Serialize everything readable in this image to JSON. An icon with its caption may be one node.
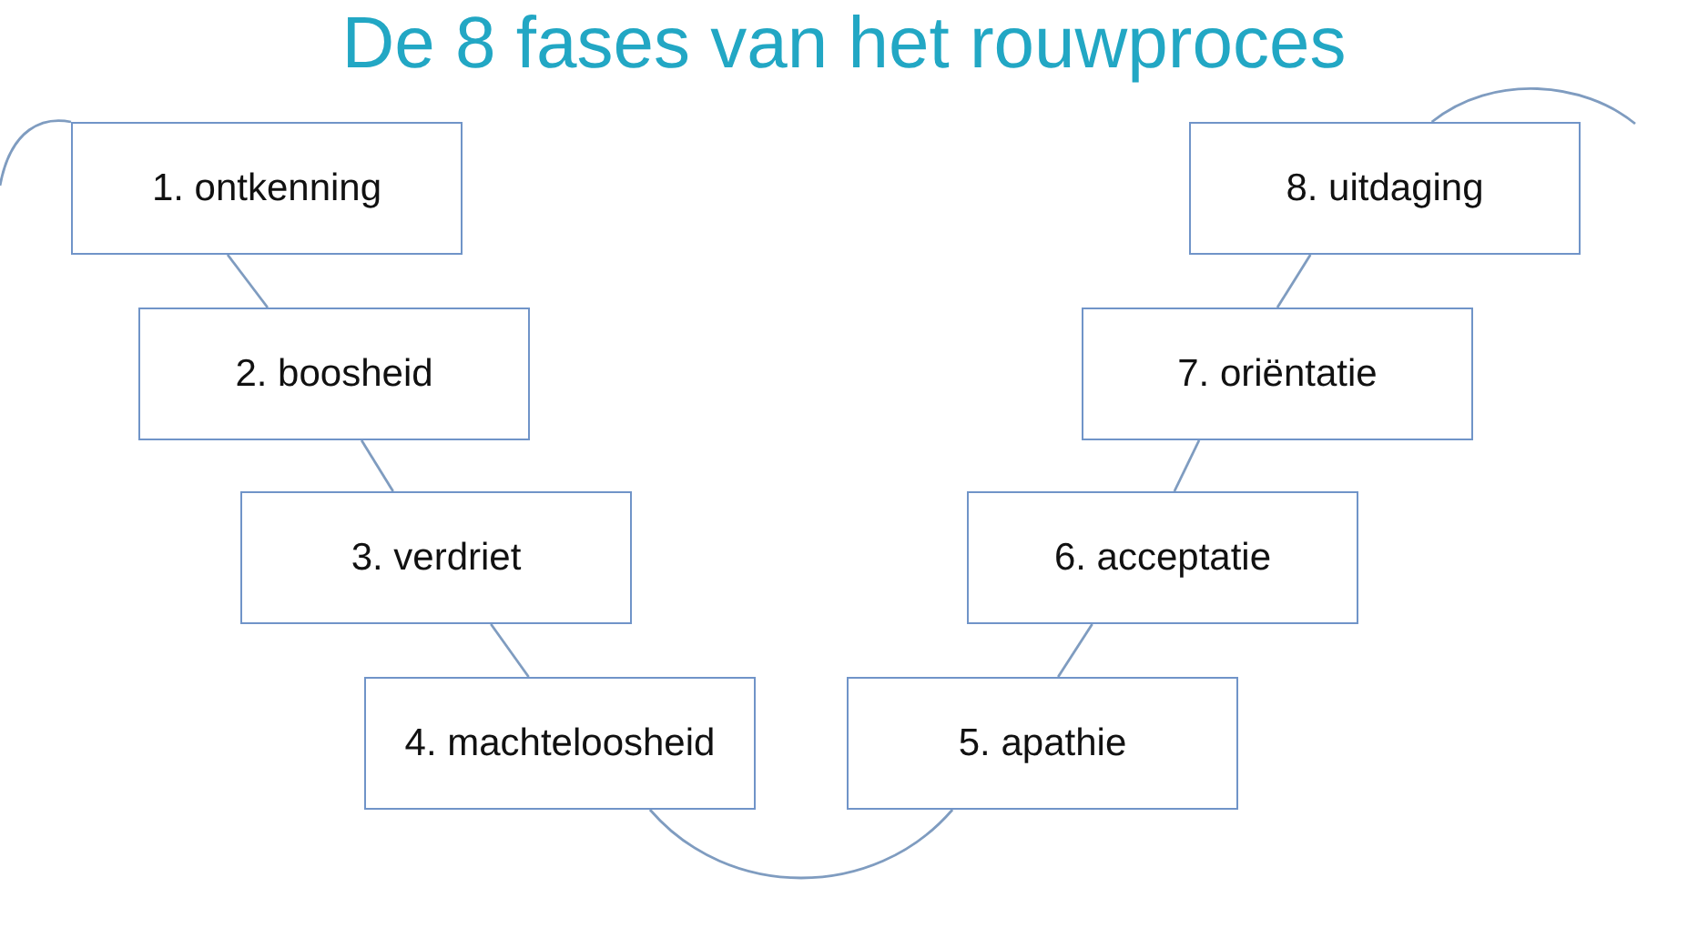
{
  "diagram": {
    "title": "De 8 fases van het rouwproces",
    "nodes": [
      {
        "text": [
          "1. ontkenning"
        ]
      },
      {
        "text": [
          "2. boosheid"
        ]
      },
      {
        "text": [
          "3. verdriet"
        ]
      },
      {
        "text": [
          "4. machteloosheid"
        ]
      },
      {
        "text": [
          "5. apathie"
        ]
      },
      {
        "text": [
          "6. acceptatie"
        ]
      },
      {
        "text": [
          "7. oriëntatie"
        ]
      },
      {
        "text": [
          "8. uitdaging"
        ]
      }
    ],
    "edges": [
      {
        "from": 0,
        "to": 1,
        "arrow": "none"
      },
      {
        "from": 1,
        "to": 2,
        "arrow": "none"
      },
      {
        "from": 2,
        "to": 3,
        "arrow": "none"
      },
      {
        "from": 3,
        "to": 4,
        "arrow": "none"
      },
      {
        "from": 4,
        "to": 5,
        "arrow": "none"
      },
      {
        "from": 5,
        "to": 6,
        "arrow": "none"
      },
      {
        "from": 6,
        "to": 7,
        "arrow": "none"
      },
      {
        "from": null,
        "to": 0,
        "arrow": "none"
      },
      {
        "from": 7,
        "to": null,
        "arrow": "none"
      }
    ]
  }
}
